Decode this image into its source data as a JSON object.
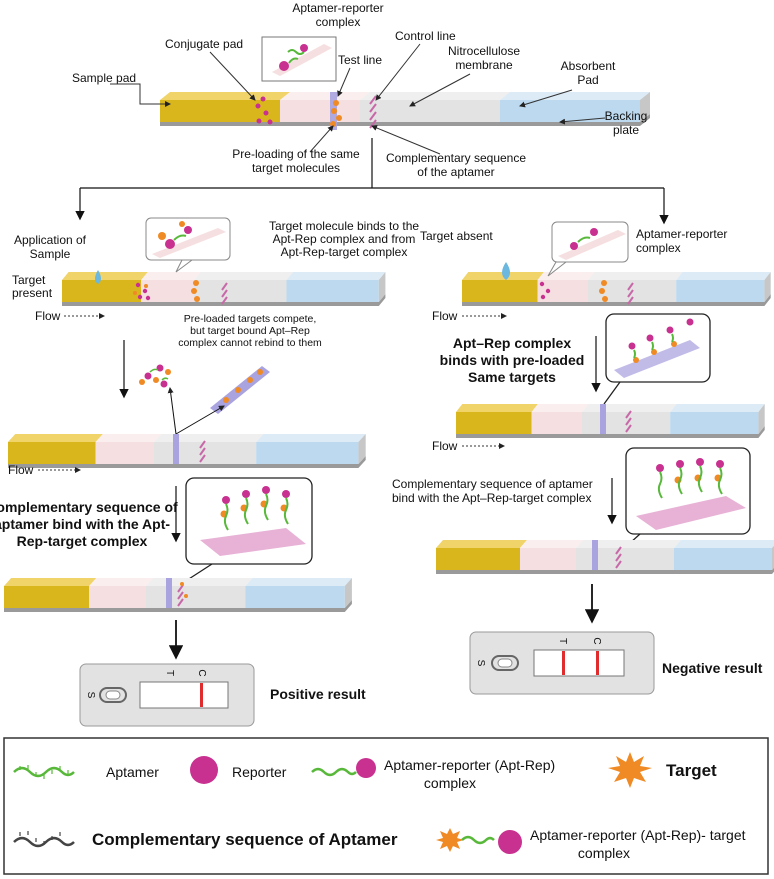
{
  "top": {
    "aptamer_reporter_complex": [
      "Aptamer-reporter",
      "complex"
    ],
    "conjugate_pad": "Conjugate pad",
    "control_line": "Control line",
    "test_line": "Test line",
    "nitrocellulose": [
      "Nitrocellulose",
      "membrane"
    ],
    "absorbent_pad": [
      "Absorbent",
      "Pad"
    ],
    "sample_pad": "Sample pad",
    "backing_plate": [
      "Backing",
      "plate"
    ],
    "preloading": [
      "Pre-loading of the same",
      "target molecules"
    ],
    "complementary": [
      "Complementary sequence",
      "of the aptamer"
    ]
  },
  "left": {
    "application": [
      "Application of",
      "Sample"
    ],
    "target_present": [
      "Target",
      "present"
    ],
    "binds": [
      "Target molecule binds to the",
      "Apt-Rep complex and from",
      "Apt-Rep-target complex"
    ],
    "flow1": "Flow",
    "compete": [
      "Pre-loaded targets compete,",
      "but target bound Apt–Rep",
      "complex cannot rebind to them"
    ],
    "flow2": "Flow",
    "comp_bind": [
      "Complementary sequence of",
      "aptamer bind with the  Apt-",
      "Rep-target complex"
    ],
    "cassette_s": "S",
    "cassette_t": "T",
    "cassette_c": "C",
    "result": "Positive result"
  },
  "right": {
    "target_absent": "Target absent",
    "apt_rep_complex": [
      "Aptamer-reporter",
      "complex"
    ],
    "flow1": "Flow",
    "binds_preloaded": [
      "Apt–Rep complex",
      "binds with pre-loaded",
      "Same targets"
    ],
    "flow2": "Flow",
    "comp_bind": [
      "Complementary sequence of aptamer",
      "bind with the Apt–Rep-target complex"
    ],
    "cassette_s": "S",
    "cassette_t": "T",
    "cassette_c": "C",
    "result": "Negative result"
  },
  "legend": {
    "aptamer": "Aptamer",
    "reporter": "Reporter",
    "apt_rep": [
      "Aptamer-reporter (Apt-Rep)",
      "complex"
    ],
    "target": "Target",
    "complementary": "Complementary sequence of Aptamer",
    "apt_rep_target": [
      "Aptamer-reporter (Apt-Rep)- target",
      "complex"
    ]
  },
  "colors": {
    "sample_pad": "#d9b61c",
    "conjugate_pad": "#f6dfe0",
    "membrane": "#e3e3e3",
    "absorbent_pad": "#bcd9ef",
    "reporter": "#c8318f",
    "target": "#f08a24",
    "aptamer": "#58b83a",
    "test_line": "#a9a3e0",
    "control_line": "#c868a8",
    "result_line": "#e02c2c"
  }
}
